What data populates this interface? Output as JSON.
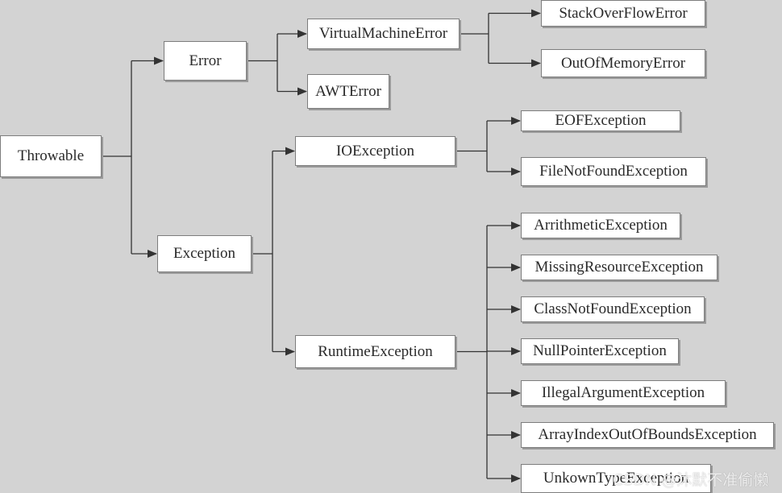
{
  "diagram": {
    "nodes": {
      "throwable": "Throwable",
      "error": "Error",
      "exception": "Exception",
      "virtual_machine_error": "VirtualMachineError",
      "awt_error": "AWTError",
      "stack_overflow_error": "StackOverFlowError",
      "out_of_memory_error": "OutOfMemoryError",
      "io_exception": "IOException",
      "eof_exception": "EOFException",
      "file_not_found_exception": "FileNotFoundException",
      "runtime_exception": "RuntimeException",
      "arithmetic_exception": "ArrithmeticException",
      "missing_resource_exception": "MissingResourceException",
      "class_not_found_exception": "ClassNotFoundException",
      "null_pointer_exception": "NullPointerException",
      "illegal_argument_exception": "IllegalArgumentException",
      "array_index_out_of_bounds_exception": "ArrayIndexOutOfBoundsException",
      "unknown_type_exception": "UnkownTypeException"
    },
    "edges": [
      [
        "throwable",
        "error"
      ],
      [
        "throwable",
        "exception"
      ],
      [
        "error",
        "virtual_machine_error"
      ],
      [
        "error",
        "awt_error"
      ],
      [
        "virtual_machine_error",
        "stack_overflow_error"
      ],
      [
        "virtual_machine_error",
        "out_of_memory_error"
      ],
      [
        "exception",
        "io_exception"
      ],
      [
        "exception",
        "runtime_exception"
      ],
      [
        "io_exception",
        "eof_exception"
      ],
      [
        "io_exception",
        "file_not_found_exception"
      ],
      [
        "runtime_exception",
        "arithmetic_exception"
      ],
      [
        "runtime_exception",
        "missing_resource_exception"
      ],
      [
        "runtime_exception",
        "class_not_found_exception"
      ],
      [
        "runtime_exception",
        "null_pointer_exception"
      ],
      [
        "runtime_exception",
        "illegal_argument_exception"
      ],
      [
        "runtime_exception",
        "array_index_out_of_bounds_exception"
      ],
      [
        "runtime_exception",
        "unknown_type_exception"
      ]
    ],
    "colors": {
      "background": "#d3d3d3",
      "box": "#ffffff",
      "line": "#333333"
    }
  },
  "watermark": "CSDN @沐默不准偷懒"
}
